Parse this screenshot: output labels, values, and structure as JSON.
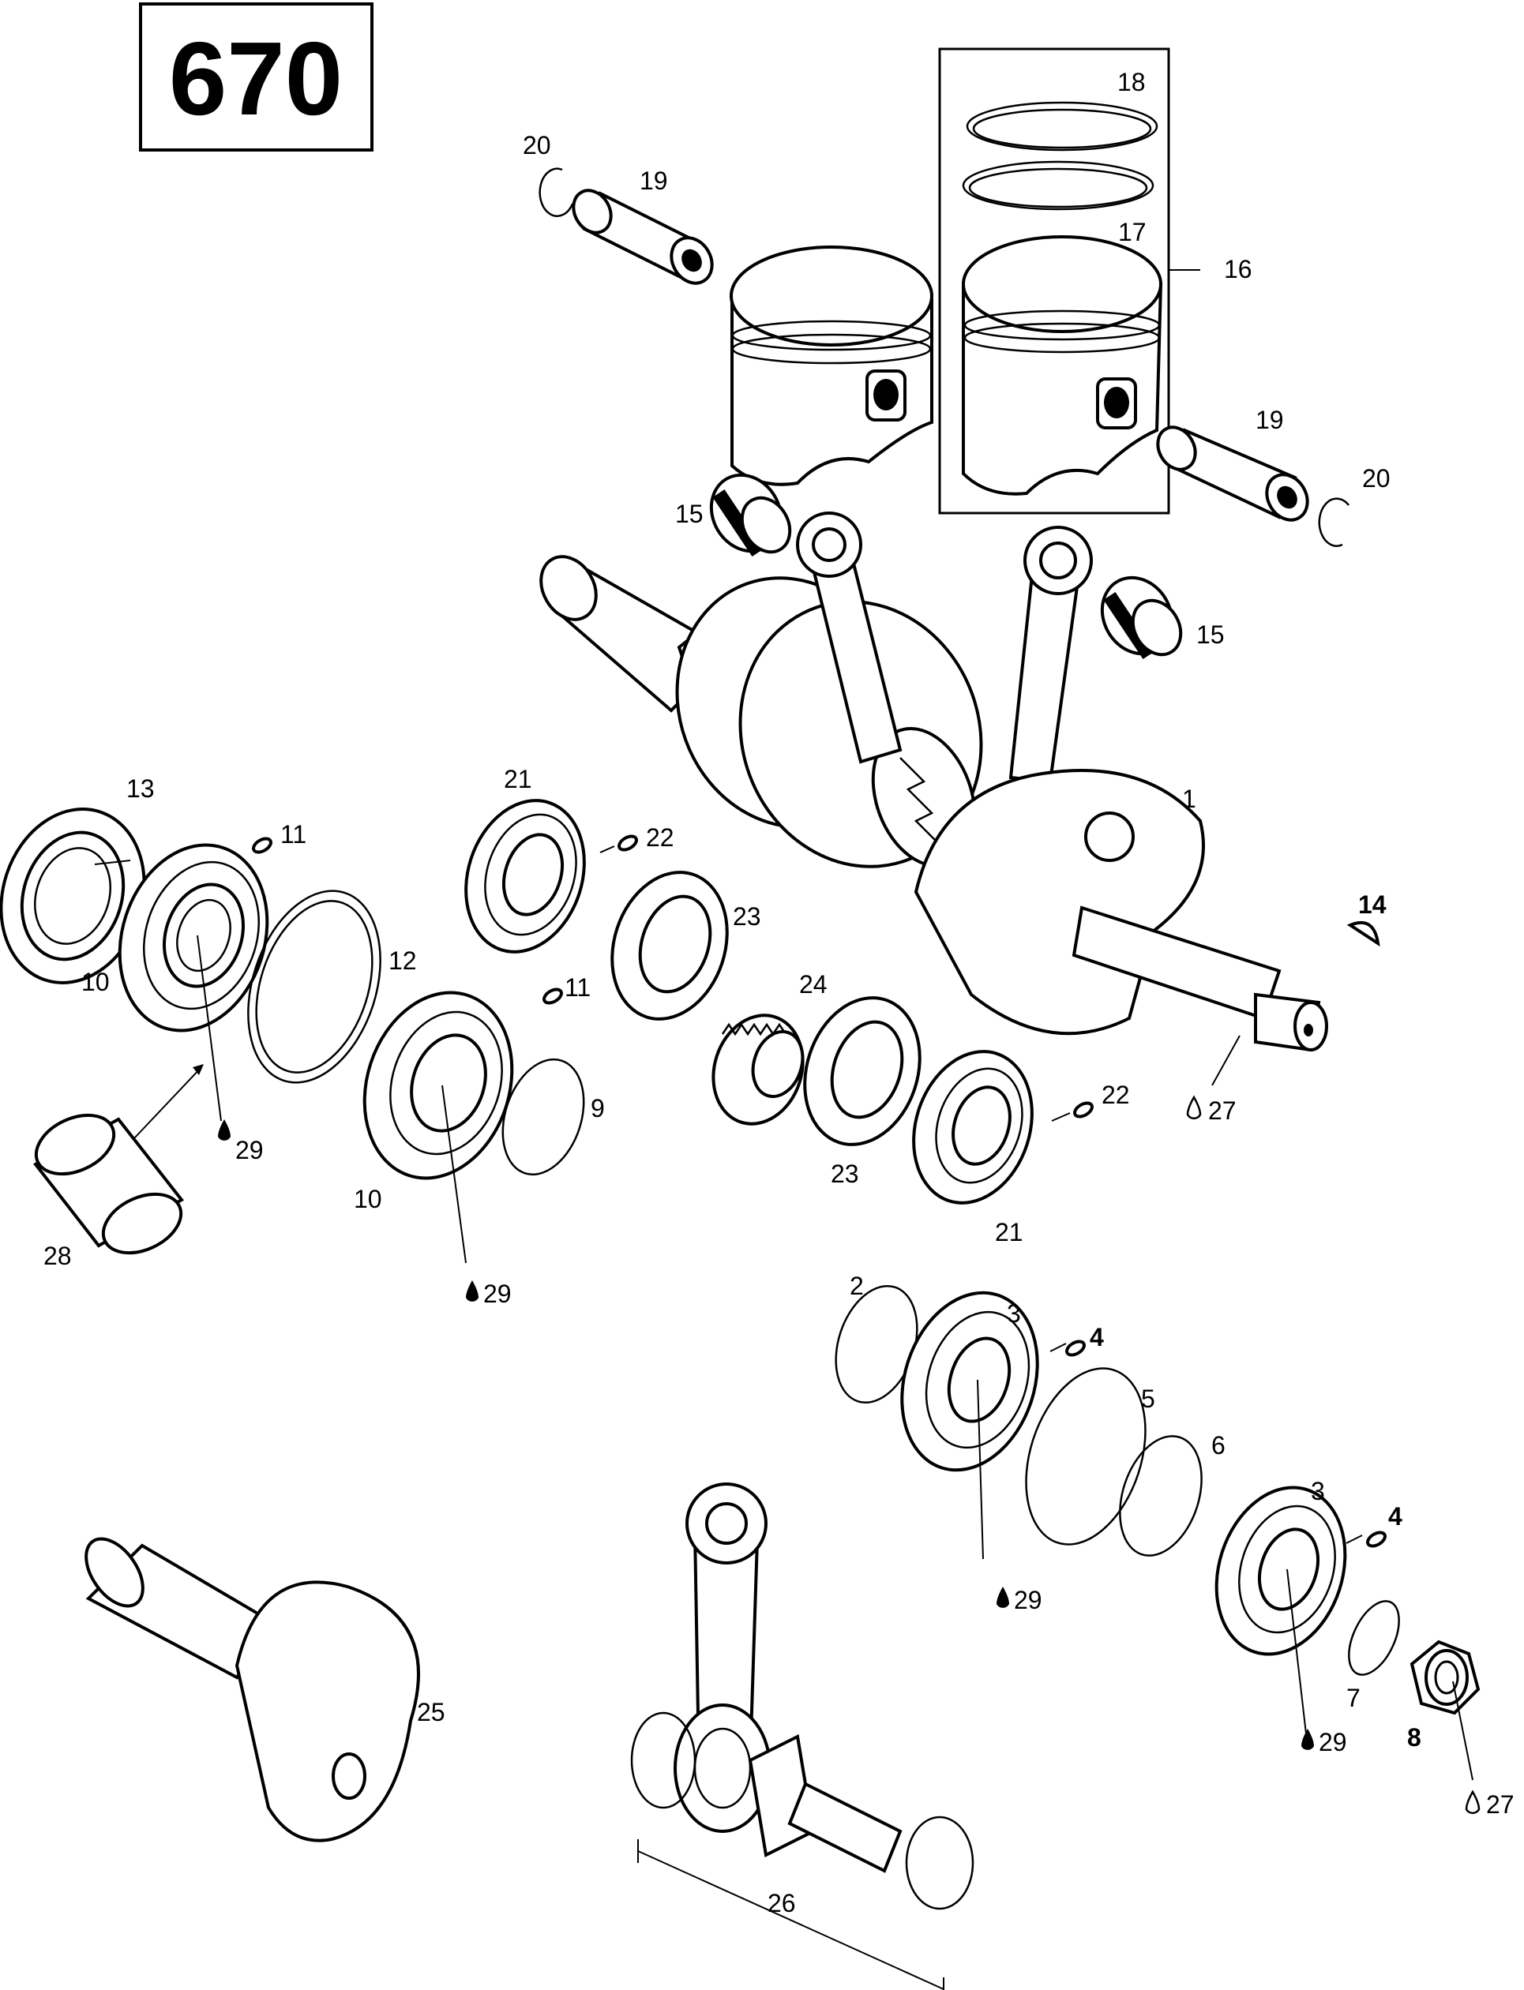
{
  "model_number": "670",
  "callouts": [
    {
      "id": "c1",
      "text": "1"
    },
    {
      "id": "c2",
      "text": "2"
    },
    {
      "id": "c3a",
      "text": "3"
    },
    {
      "id": "c3b",
      "text": "3"
    },
    {
      "id": "c4a",
      "text": "4"
    },
    {
      "id": "c4b",
      "text": "4"
    },
    {
      "id": "c5",
      "text": "5"
    },
    {
      "id": "c6",
      "text": "6"
    },
    {
      "id": "c7",
      "text": "7"
    },
    {
      "id": "c8",
      "text": "8"
    },
    {
      "id": "c9",
      "text": "9"
    },
    {
      "id": "c10a",
      "text": "10"
    },
    {
      "id": "c10b",
      "text": "10"
    },
    {
      "id": "c11a",
      "text": "11"
    },
    {
      "id": "c11b",
      "text": "11"
    },
    {
      "id": "c12",
      "text": "12"
    },
    {
      "id": "c13",
      "text": "13"
    },
    {
      "id": "c14",
      "text": "14"
    },
    {
      "id": "c15a",
      "text": "15"
    },
    {
      "id": "c15b",
      "text": "15"
    },
    {
      "id": "c16",
      "text": "16"
    },
    {
      "id": "c17",
      "text": "17"
    },
    {
      "id": "c18",
      "text": "18"
    },
    {
      "id": "c19a",
      "text": "19"
    },
    {
      "id": "c19b",
      "text": "19"
    },
    {
      "id": "c20a",
      "text": "20"
    },
    {
      "id": "c20b",
      "text": "20"
    },
    {
      "id": "c21a",
      "text": "21"
    },
    {
      "id": "c21b",
      "text": "21"
    },
    {
      "id": "c22a",
      "text": "22"
    },
    {
      "id": "c22b",
      "text": "22"
    },
    {
      "id": "c23a",
      "text": "23"
    },
    {
      "id": "c23b",
      "text": "23"
    },
    {
      "id": "c24",
      "text": "24"
    },
    {
      "id": "c25",
      "text": "25"
    },
    {
      "id": "c26",
      "text": "26"
    },
    {
      "id": "c27a",
      "text": "27"
    },
    {
      "id": "c27b",
      "text": "27"
    },
    {
      "id": "c28",
      "text": "28"
    },
    {
      "id": "c29a",
      "text": "29"
    },
    {
      "id": "c29b",
      "text": "29"
    },
    {
      "id": "c29c",
      "text": "29"
    },
    {
      "id": "c29d",
      "text": "29"
    }
  ],
  "icons": {
    "lubricant_drop_filled": "oil-drop-filled-icon",
    "lubricant_drop_outline": "oil-drop-outline-icon"
  },
  "colors": {
    "line": "#000000",
    "background": "#ffffff"
  }
}
